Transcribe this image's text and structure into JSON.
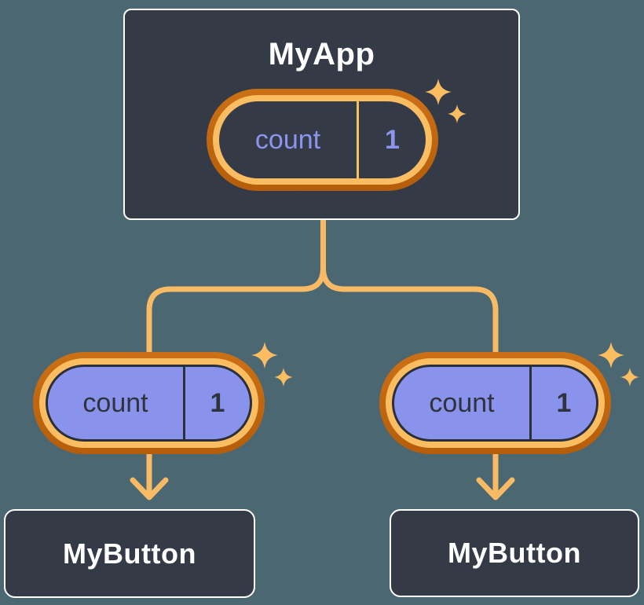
{
  "diagram": {
    "root": {
      "title": "MyApp",
      "state": {
        "name": "count",
        "value": "1"
      }
    },
    "left_child": {
      "title": "MyButton",
      "state": {
        "name": "count",
        "value": "1"
      }
    },
    "right_child": {
      "title": "MyButton",
      "state": {
        "name": "count",
        "value": "1"
      }
    }
  },
  "icons": {
    "sparkle": "sparkle-icon (four-point stars marking updated state)"
  },
  "colors": {
    "background": "#4B6771",
    "node_fill": "#343A46",
    "node_border": "#FFFFFF",
    "pill_outer_ring": "#C2660F",
    "pill_inner_ring": "#FABD62",
    "state_fill_purple": "#8A93EC",
    "state_text_on_dark": "#8C95EE",
    "state_text_on_purple": "#2F333D",
    "connector_line": "#F8BA64"
  }
}
